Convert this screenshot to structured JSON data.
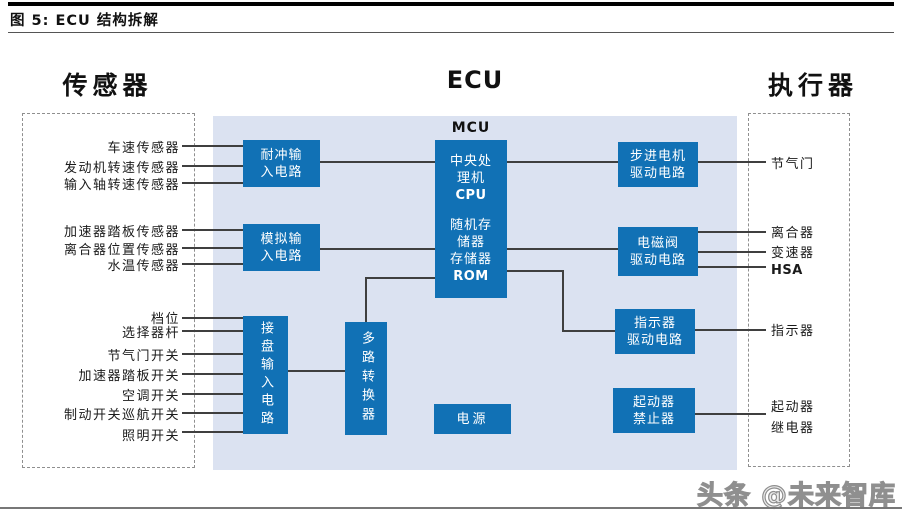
{
  "figure": {
    "title": "图 5:  ECU 结构拆解",
    "watermark": "头条 @未来智库"
  },
  "headers": {
    "sensors": "传感器",
    "ecu": "ECU",
    "actuators": "执行器",
    "mcu": "MCU"
  },
  "ecu_blocks": {
    "pulse_input": [
      "耐冲输",
      "入电路"
    ],
    "analog_input": [
      "模拟输",
      "入电路"
    ],
    "switch_input": "接盘输入电路",
    "multiplexer": "多路转换器",
    "mcu_cpu": [
      "中央处理机",
      "CPU"
    ],
    "mcu_ram": "随机存储器",
    "mcu_rom": [
      "存储器",
      "ROM"
    ],
    "power": "电源",
    "stepper_driver": [
      "步进电机",
      "驱动电路"
    ],
    "solenoid_driver": [
      "电磁阀",
      "驱动电路"
    ],
    "indicator_driver": [
      "指示器",
      "驱动电路"
    ],
    "starter_inhibit": [
      "起动器",
      "禁止器"
    ]
  },
  "sensors": {
    "pulse_group": [
      "车速传感器",
      "发动机转速传感器",
      "输入轴转速传感器"
    ],
    "analog_group": [
      "加速器踏板传感器",
      "离合器位置传感器",
      "水温传感器"
    ],
    "switch_group": [
      "档位",
      "选择器杆",
      "节气门开关",
      "加速器踏板开关",
      "空调开关",
      "制动开关巡航开关",
      "照明开关"
    ]
  },
  "actuators": {
    "throttle": "节气门",
    "clutch": "离合器",
    "transmission": "变速器",
    "hsa": "HSA",
    "indicator": "指示器",
    "starter_relay": [
      "起动器",
      "继电器"
    ]
  },
  "colors": {
    "box_blue": "#1171b5",
    "panel_blue": "#dbe2f1",
    "line": "#3f3f3f"
  }
}
